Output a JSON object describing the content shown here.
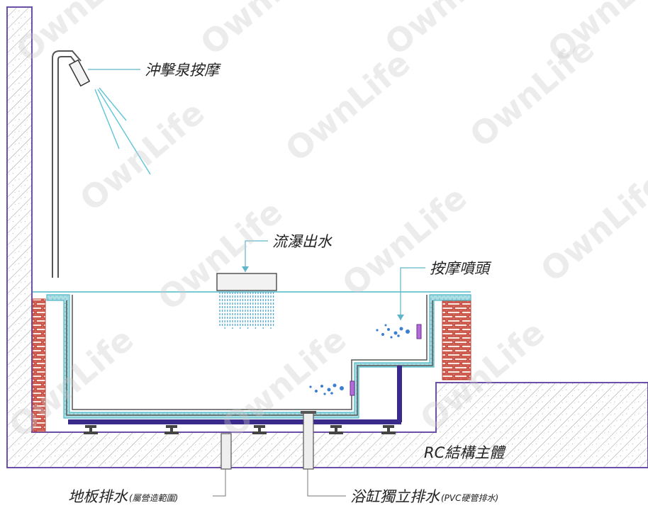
{
  "labels": {
    "shower_massage": "沖擊泉按摩",
    "waterfall_outlet": "流瀑出水",
    "massage_nozzle": "按摩噴頭",
    "rc_structure": "RC結構主體",
    "floor_drain": "地板排水",
    "floor_drain_note": "(屬營造範圍)",
    "tub_drain": "浴缸獨立排水",
    "tub_drain_note": "(PVC硬管排水)"
  },
  "watermark": "OwnLife",
  "colors": {
    "wall_outline": "#6b4fa8",
    "hatch": "#8a8a8a",
    "brick": "#c0392b",
    "water_line": "#4fb8c8",
    "tub_fill": "#9bd6dc",
    "tub_frame": "#3a2a8c",
    "pipe": "#555555",
    "jet_blue": "#3a7fd0"
  }
}
